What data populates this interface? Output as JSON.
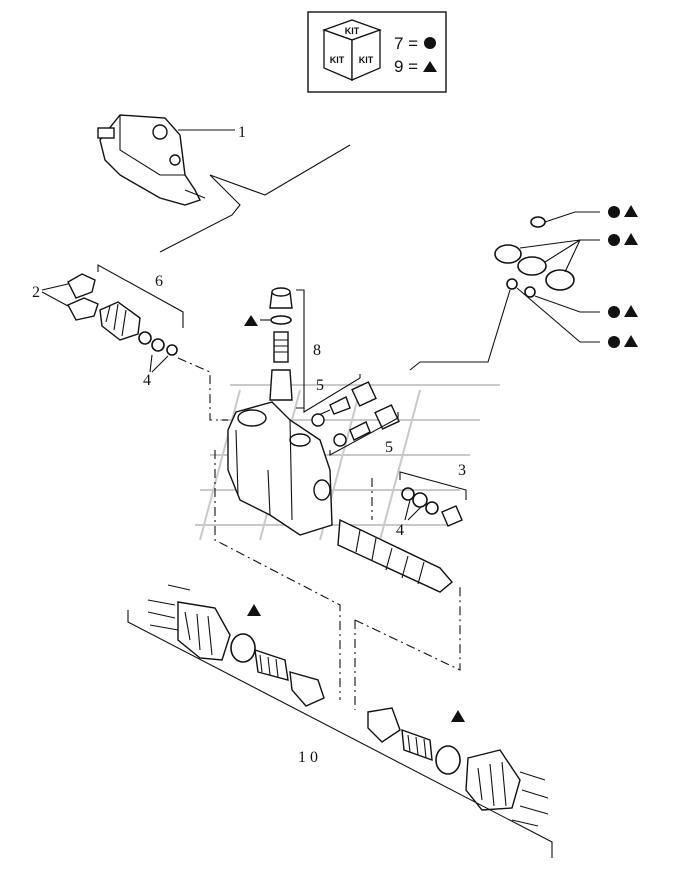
{
  "legend": {
    "kit_icon_text": [
      "KIT",
      "KIT",
      "KIT"
    ],
    "rows": [
      {
        "text": "7 =",
        "symbol": "circle"
      },
      {
        "text": "9 =",
        "symbol": "triangle"
      }
    ]
  },
  "callouts": {
    "c1": "1",
    "c2": "2",
    "c3": "3",
    "c4a": "4",
    "c4b": "4",
    "c5a": "5",
    "c5b": "5",
    "c6": "6",
    "c8": "8",
    "c10": "1 0"
  },
  "symbols": {
    "circle_color": "#111111",
    "triangle_color": "#111111"
  }
}
